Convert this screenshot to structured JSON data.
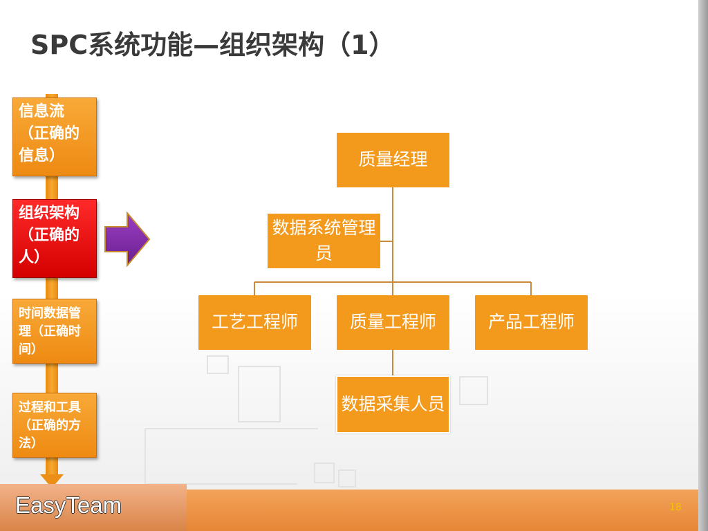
{
  "slide": {
    "title": "SPC系统功能—组织架构（1）",
    "page_number": "18",
    "brand": "EasyTeam"
  },
  "sidebar": {
    "items": [
      {
        "label": "信息流（正确的信息）",
        "active": false
      },
      {
        "label": "组织架构（正确的人）",
        "active": true
      },
      {
        "label": "时间数据管理（正确时间）",
        "active": false
      },
      {
        "label": "过程和工具（正确的方法）",
        "active": false
      }
    ]
  },
  "org_chart": {
    "root": "质量经理",
    "assistant": "数据系统管理员",
    "children": [
      "工艺工程师",
      "质量工程师",
      "产品工程师"
    ],
    "sub_child": "数据采集人员"
  },
  "colors": {
    "accent_orange": "#f3991c",
    "active_red": "#e00000",
    "arrow_purple": "#7b2ca0"
  }
}
